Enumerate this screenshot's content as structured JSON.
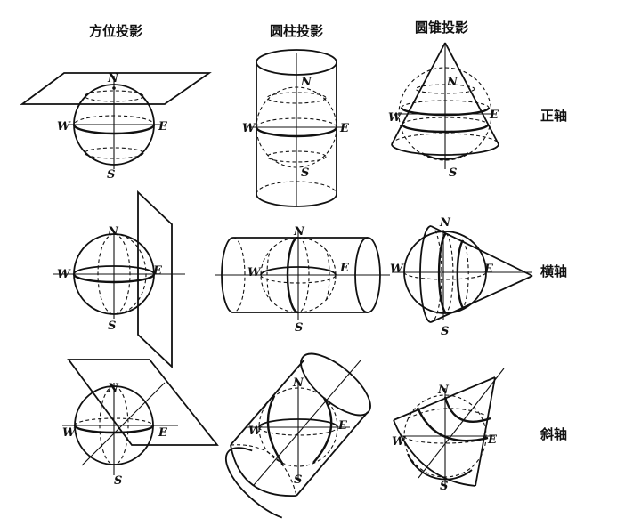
{
  "headers": {
    "azimuthal": "方位投影",
    "cylindrical": "圆柱投影",
    "conical": "圆锥投影"
  },
  "rows": {
    "normal": "正轴",
    "transverse": "横轴",
    "oblique": "斜轴"
  },
  "labels": {
    "north": "N",
    "south": "S",
    "west": "W",
    "east": "E"
  }
}
